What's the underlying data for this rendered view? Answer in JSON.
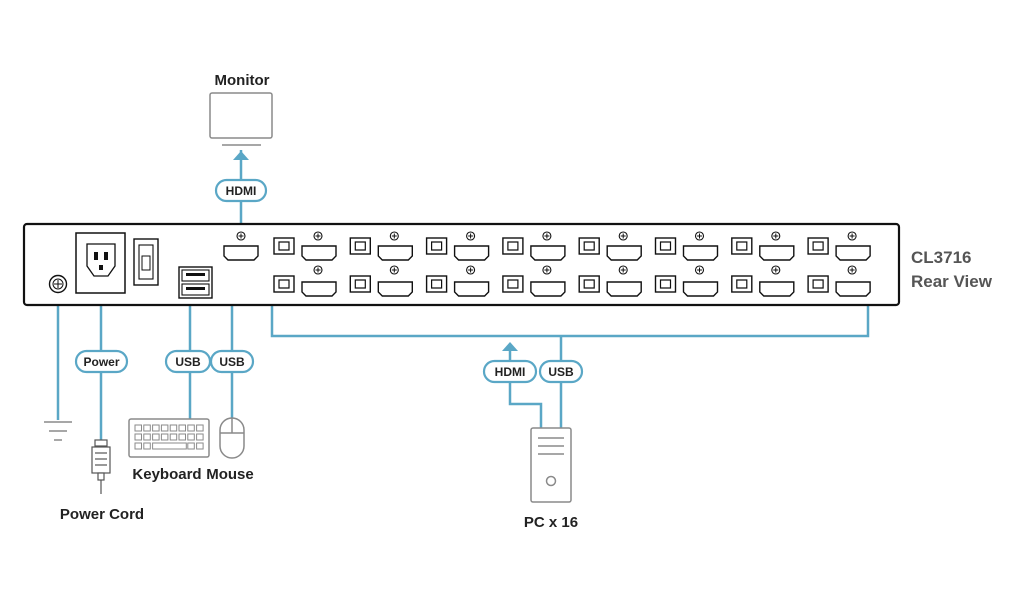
{
  "labels": {
    "monitor": "Monitor",
    "device_model": "CL3716",
    "device_view": "Rear View",
    "keyboard": "Keyboard",
    "mouse": "Mouse",
    "power_cord": "Power Cord",
    "pc": "PC x 16"
  },
  "cables": {
    "monitor_hdmi": "HDMI",
    "power": "Power",
    "keyboard_usb": "USB",
    "mouse_usb": "USB",
    "pc_hdmi": "HDMI",
    "pc_usb": "USB"
  },
  "colors": {
    "cable": "#5aa7c6",
    "device_outline": "#111111",
    "icon_outline": "#8a8a8a",
    "text": "#222222",
    "side_text": "#555555"
  },
  "icons": [
    "monitor-icon",
    "ground-icon",
    "power-plug-icon",
    "keyboard-icon",
    "mouse-icon",
    "pc-tower-icon"
  ],
  "port_groups": 8
}
